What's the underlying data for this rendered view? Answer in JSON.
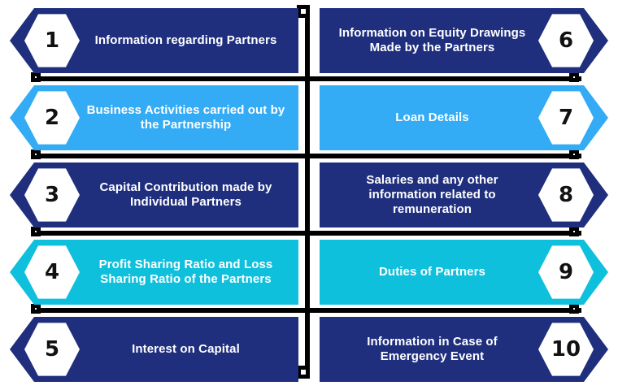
{
  "palette": {
    "navy": "#1F2F7E",
    "sky": "#33ABF5",
    "cyan": "#0FC0DC",
    "connector": "#000000",
    "badge_bg": "#FFFFFF",
    "label_text": "#FFFFFF",
    "number_text": "#111111",
    "page_bg": "#FFFFFF"
  },
  "diagram": {
    "type": "two-column-numbered-arrow-list",
    "columns": 2,
    "rows": 5,
    "total_items": 10,
    "connector": {
      "vertical_spine": true,
      "horizontal_rails": 4,
      "node_shape": "square"
    }
  },
  "items": [
    {
      "number": "1",
      "label": "Information regarding Partners",
      "color_key": "navy",
      "side": "left",
      "row": 0
    },
    {
      "number": "2",
      "label": "Business Activities carried out by the Partnership",
      "color_key": "sky",
      "side": "left",
      "row": 1
    },
    {
      "number": "3",
      "label": "Capital Contribution made by Individual Partners",
      "color_key": "navy",
      "side": "left",
      "row": 2
    },
    {
      "number": "4",
      "label": "Profit Sharing Ratio and Loss Sharing Ratio of the Partners",
      "color_key": "cyan",
      "side": "left",
      "row": 3
    },
    {
      "number": "5",
      "label": "Interest on Capital",
      "color_key": "navy",
      "side": "left",
      "row": 4
    },
    {
      "number": "6",
      "label": "Information on Equity Drawings Made by the Partners",
      "color_key": "navy",
      "side": "right",
      "row": 0
    },
    {
      "number": "7",
      "label": "Loan Details",
      "color_key": "sky",
      "side": "right",
      "row": 1
    },
    {
      "number": "8",
      "label": "Salaries and any other information related to remuneration",
      "color_key": "navy",
      "side": "right",
      "row": 2
    },
    {
      "number": "9",
      "label": "Duties of Partners",
      "color_key": "cyan",
      "side": "right",
      "row": 3
    },
    {
      "number": "10",
      "label": "Information in Case of Emergency Event",
      "color_key": "navy",
      "side": "right",
      "row": 4
    }
  ]
}
